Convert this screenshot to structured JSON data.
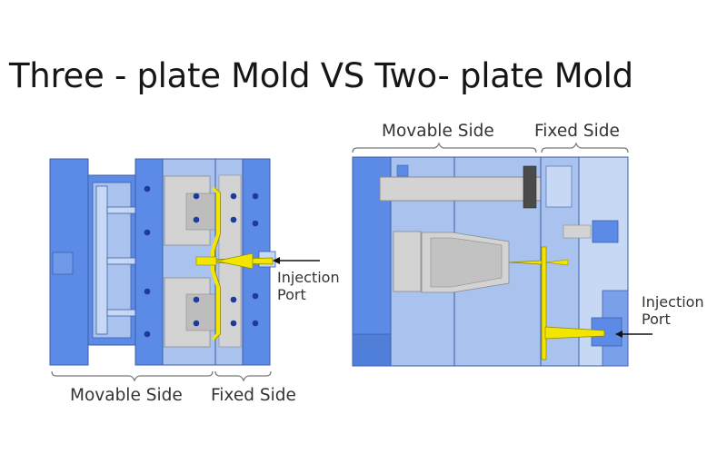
{
  "title": "Three - plate Mold VS  Two- plate Mold",
  "three_plate": {
    "movable_side_label": "Movable Side",
    "fixed_side_label": "Fixed Side",
    "injection_port_line1": "Injection",
    "injection_port_line2": "Port"
  },
  "two_plate": {
    "movable_side_label": "Movable Side",
    "fixed_side_label": "Fixed Side",
    "injection_port_line1": "Injection",
    "injection_port_line2": "Port"
  },
  "colors": {
    "plate_blue": "#5b8be6",
    "plate_light": "#a9c2ee",
    "plate_pale": "#c7d8f5",
    "part_gray": "#d3d3d3",
    "melt_yellow": "#f2e600",
    "bolt_navy": "#1d3a9c",
    "outline": "#3f5fa8"
  }
}
